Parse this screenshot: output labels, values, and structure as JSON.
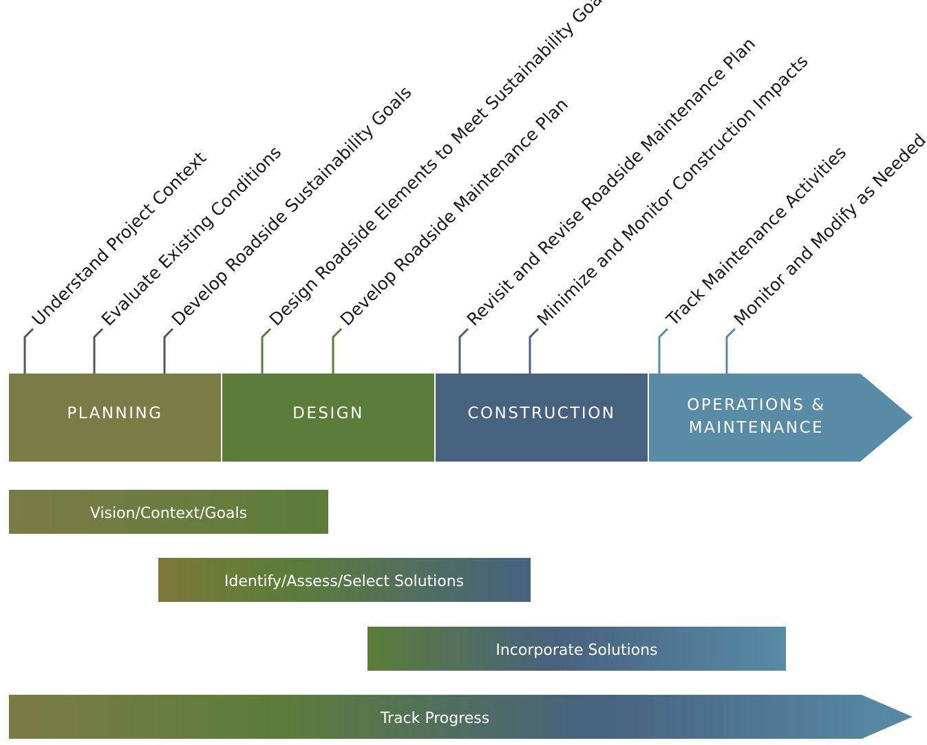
{
  "colors": {
    "planning": "#7b7b45",
    "design": "#5b7d39",
    "construction": "#47627f",
    "operations": "#578ba6",
    "planning_connector": "#555555",
    "design_connector": "#5b7d39",
    "construction_connector": "#47627f",
    "operations_connector": "#578ba6"
  },
  "phases": [
    {
      "id": "planning",
      "label": "PLANNING"
    },
    {
      "id": "design",
      "label": "DESIGN"
    },
    {
      "id": "construction",
      "label": "CONSTRUCTION"
    },
    {
      "id": "operations",
      "label_line1": "OPERATIONS &",
      "label_line2": "MAINTENANCE"
    }
  ],
  "steps": [
    {
      "label": "Understand Project Context",
      "phase": "planning"
    },
    {
      "label": "Evaluate Existing Conditions",
      "phase": "planning"
    },
    {
      "label": "Develop Roadside Sustainability Goals",
      "phase": "planning"
    },
    {
      "label": "Design Roadside Elements to Meet Sustainability Goals",
      "phase": "design"
    },
    {
      "label": "Develop Roadside Maintenance Plan",
      "phase": "design"
    },
    {
      "label": "Revisit and Revise Roadside Maintenance Plan",
      "phase": "construction"
    },
    {
      "label": "Minimize and Monitor Construction Impacts",
      "phase": "construction"
    },
    {
      "label": "Track Maintenance Activities",
      "phase": "operations"
    },
    {
      "label": "Monitor and Modify as Needed",
      "phase": "operations"
    }
  ],
  "bars": [
    {
      "label": "Vision/Context/Goals"
    },
    {
      "label": "Identify/Assess/Select Solutions"
    },
    {
      "label": "Incorporate Solutions"
    },
    {
      "label": "Track Progress"
    }
  ]
}
